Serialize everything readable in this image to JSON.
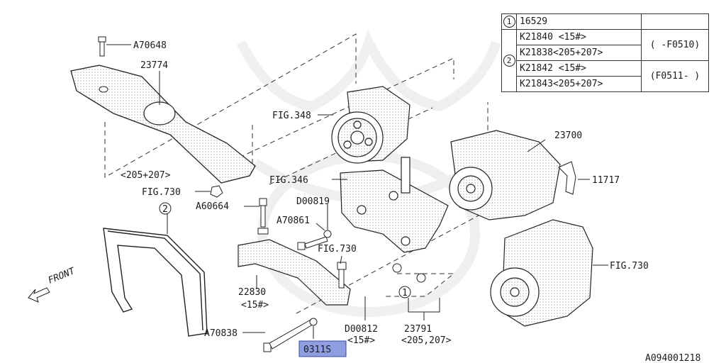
{
  "diagram": {
    "labels": {
      "a70648": "A70648",
      "p23774": "23774",
      "fig348": "FIG.348",
      "p23700": "23700",
      "variant_205_207": "<205+207>",
      "fig730_a": "FIG.730",
      "fig346": "FIG.346",
      "p11717": "11717",
      "d00819": "D00819",
      "a60664": "A60664",
      "a70861": "A70861",
      "fig730_b": "FIG.730",
      "fig730_c": "FIG.730",
      "front": "FRONT",
      "p22830": "22830",
      "p22830_note": "<15#>",
      "a70838": "A70838",
      "d00812": "D00812",
      "d00812_note": "<15#>",
      "p23791": "23791",
      "p23791_note": "<205,207>",
      "highlighted_part": "0311S",
      "callout_1": "1",
      "callout_2": "2",
      "diagram_id": "A094001218"
    },
    "table": {
      "row1": {
        "ref": "1",
        "part": "16529",
        "note": ""
      },
      "row2": {
        "ref": "2",
        "parts": [
          "K21840 <15#>",
          "K21838<205+207>",
          "K21842 <15#>",
          "K21843<205+207>"
        ],
        "notes": [
          "( -F0510)",
          "(F0511- )"
        ]
      }
    }
  }
}
